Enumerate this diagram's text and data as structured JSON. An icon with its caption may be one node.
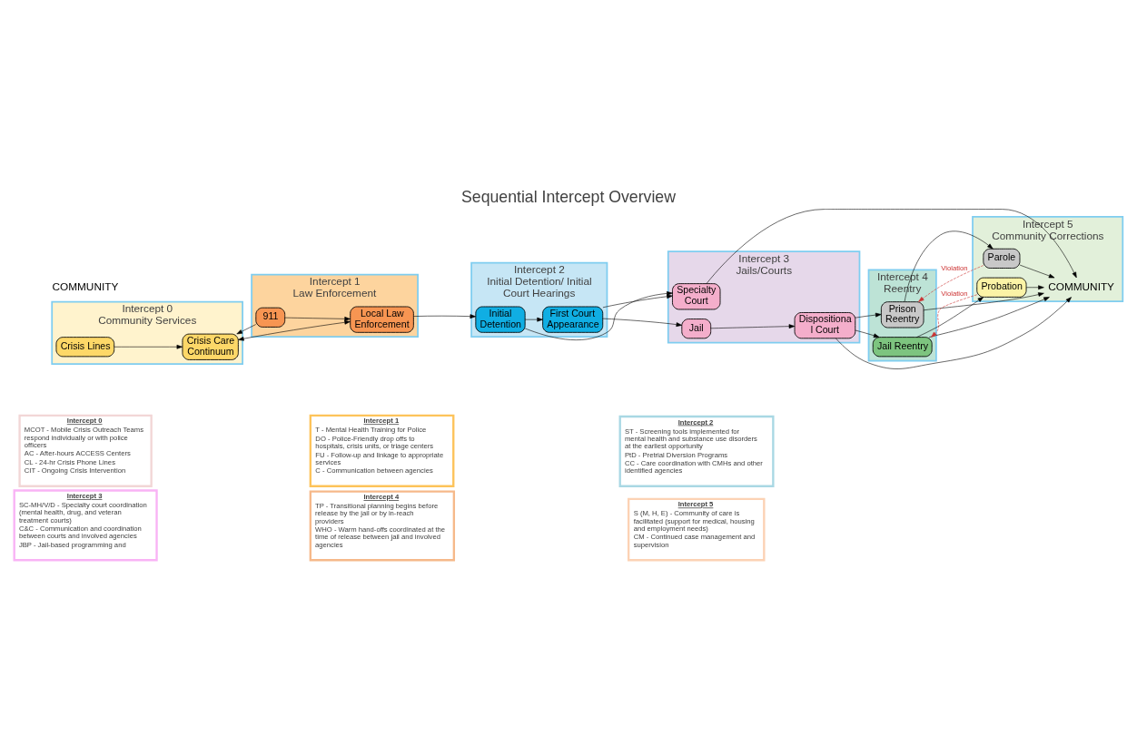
{
  "diagram": {
    "title": "Sequential Intercept Overview",
    "nodes": [
      {
        "text": [
          "Intercept 0",
          "MCOT - Mobile Crisis Outreach Teams respond individually or with police officers",
          "AC - After-hours ACCESS Centers",
          "CL - 24-hr Crisis Phone Lines",
          "CIT - Ongoing Crisis Intervention"
        ]
      },
      {
        "text": [
          "Intercept 1",
          "T - Mental Health Training for Police",
          "DO - Police-Friendly drop offs to hospitals, crisis units, or triage centers",
          "FU - Follow-up and linkage to appropriate services",
          "C - Communication between agencies"
        ]
      },
      {
        "text": [
          "Intercept 2",
          "ST - Screening tools implemented for mental health and substance use disorders at the earliest opportunity",
          "PtD - Pretrial Diversion Programs",
          "CC - Care coordination with CMHs and other identified agencies"
        ]
      },
      {
        "text": [
          "Intercept 3",
          "SC-MH/V/D - Specialty court coordination (mental health, drug, and veteran treatment courts)",
          "C&C - Communication and coordination between courts and involved agencies",
          "JBP - Jail-based programming and"
        ]
      },
      {
        "text": [
          "Intercept 4",
          "TP - Transitional planning begins before release by the jail or by in-reach providers",
          "WHO - Warm hand-offs coordinated at the time of release between jail and involved agencies"
        ]
      },
      {
        "text": [
          "Intercept 5",
          "S (M, H, E) - Community of care is facilitated (support for medical, housing and employment needs)",
          "CM - Continued case management and supervision"
        ]
      },
      {
        "text": [
          "Intercept 0",
          "Community Services"
        ]
      },
      {
        "text": [
          "Intercept 1",
          "Law Enforcement"
        ]
      },
      {
        "text": [
          "Intercept 2",
          "Initial Detention/ Initial Court Hearings"
        ]
      },
      {
        "text": [
          "Intercept 3",
          "Jails/Courts"
        ]
      },
      {
        "text": [
          "Intercept 4",
          "Reentry"
        ]
      },
      {
        "text": [
          "Intercept 5",
          "Community Corrections"
        ]
      },
      {
        "text": [
          "Crisis Lines"
        ],
        "in": 6
      },
      {
        "text": [
          "911"
        ],
        "in": 7
      },
      {
        "text": [
          "Crisis Care Continuum"
        ],
        "in": 6
      },
      {
        "text": [
          "Local Law Enforcement"
        ],
        "in": 7
      },
      {
        "text": [
          "Initial Detention"
        ],
        "in": 8
      },
      {
        "text": [
          "First Court Appearance"
        ],
        "in": 8
      },
      {
        "text": [
          "Specialty Court"
        ],
        "in": 9
      },
      {
        "text": [
          "Jail"
        ],
        "in": 9
      },
      {
        "text": [
          "Dispositional Court"
        ],
        "in": 9
      },
      {
        "text": [
          "Prison Reentry"
        ],
        "in": 10
      },
      {
        "text": [
          "Jail Reentry"
        ],
        "in": 10
      },
      {
        "text": [
          "Parole"
        ],
        "in": 11
      },
      {
        "text": [
          "Probation"
        ],
        "in": 11
      },
      {
        "text": [
          "COMMUNITY"
        ],
        "in": 11
      }
    ],
    "edges": [
      {
        "from": 12,
        "to": 14,
        "arrow": "to"
      },
      {
        "from": 13,
        "to": 14,
        "arrow": "to"
      },
      {
        "from": 13,
        "to": 15,
        "arrow": "to"
      },
      {
        "from": 14,
        "to": 15,
        "arrow": "both"
      },
      {
        "from": 15,
        "to": 16,
        "arrow": "to"
      },
      {
        "from": 16,
        "to": 18,
        "arrow": "to"
      },
      {
        "from": 16,
        "to": 17,
        "arrow": "to"
      },
      {
        "from": 17,
        "to": 18,
        "arrow": "to"
      },
      {
        "from": 17,
        "to": 19,
        "arrow": "to"
      },
      {
        "from": 19,
        "to": 20,
        "arrow": "to"
      },
      {
        "from": 18,
        "to": 25,
        "arrow": "to"
      },
      {
        "from": 20,
        "to": 21,
        "arrow": "to"
      },
      {
        "from": 20,
        "to": 25,
        "arrow": "to"
      },
      {
        "from": 20,
        "to": 22,
        "arrow": "to"
      },
      {
        "from": 21,
        "to": 25,
        "arrow": "to"
      },
      {
        "from": 21,
        "to": 23,
        "arrow": "to"
      },
      {
        "from": 23,
        "to": 21,
        "arrow": "to",
        "label": "Violation",
        "style": "dashed",
        "color": "#cc3333"
      },
      {
        "from": 23,
        "to": 25,
        "arrow": "to"
      },
      {
        "from": 24,
        "to": 22,
        "arrow": "to",
        "label": "Violation",
        "style": "dashed",
        "color": "#cc3333"
      },
      {
        "from": 22,
        "to": 24,
        "arrow": "to"
      },
      {
        "from": 24,
        "to": 25,
        "arrow": "to"
      },
      {
        "from": 22,
        "to": 25,
        "arrow": "to"
      }
    ],
    "labels": [
      "COMMUNITY"
    ]
  }
}
